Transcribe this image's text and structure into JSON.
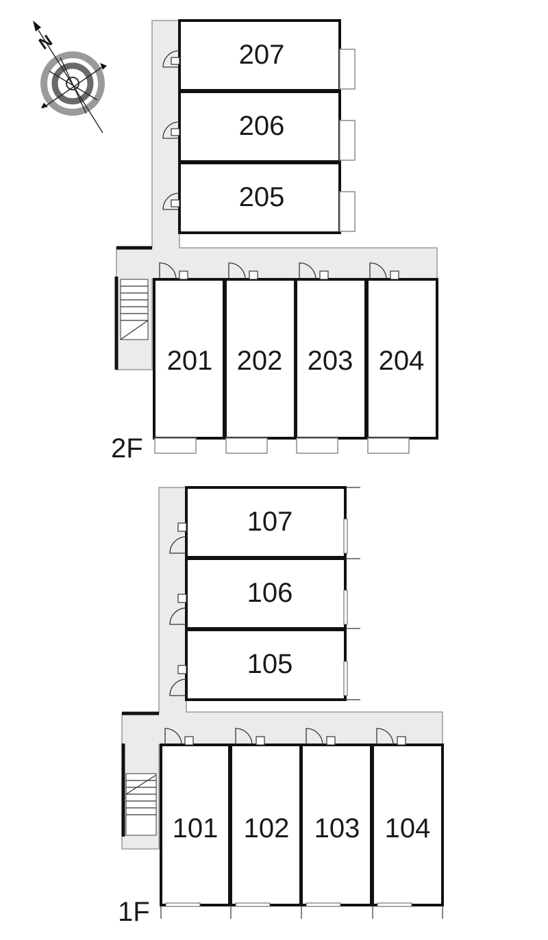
{
  "compass": {
    "north_label": "N"
  },
  "floors": [
    {
      "label": "2F",
      "rooms": [
        {
          "number": "207"
        },
        {
          "number": "206"
        },
        {
          "number": "205"
        },
        {
          "number": "201"
        },
        {
          "number": "202"
        },
        {
          "number": "203"
        },
        {
          "number": "204"
        }
      ]
    },
    {
      "label": "1F",
      "rooms": [
        {
          "number": "107"
        },
        {
          "number": "106"
        },
        {
          "number": "105"
        },
        {
          "number": "101"
        },
        {
          "number": "102"
        },
        {
          "number": "103"
        },
        {
          "number": "104"
        }
      ]
    }
  ]
}
